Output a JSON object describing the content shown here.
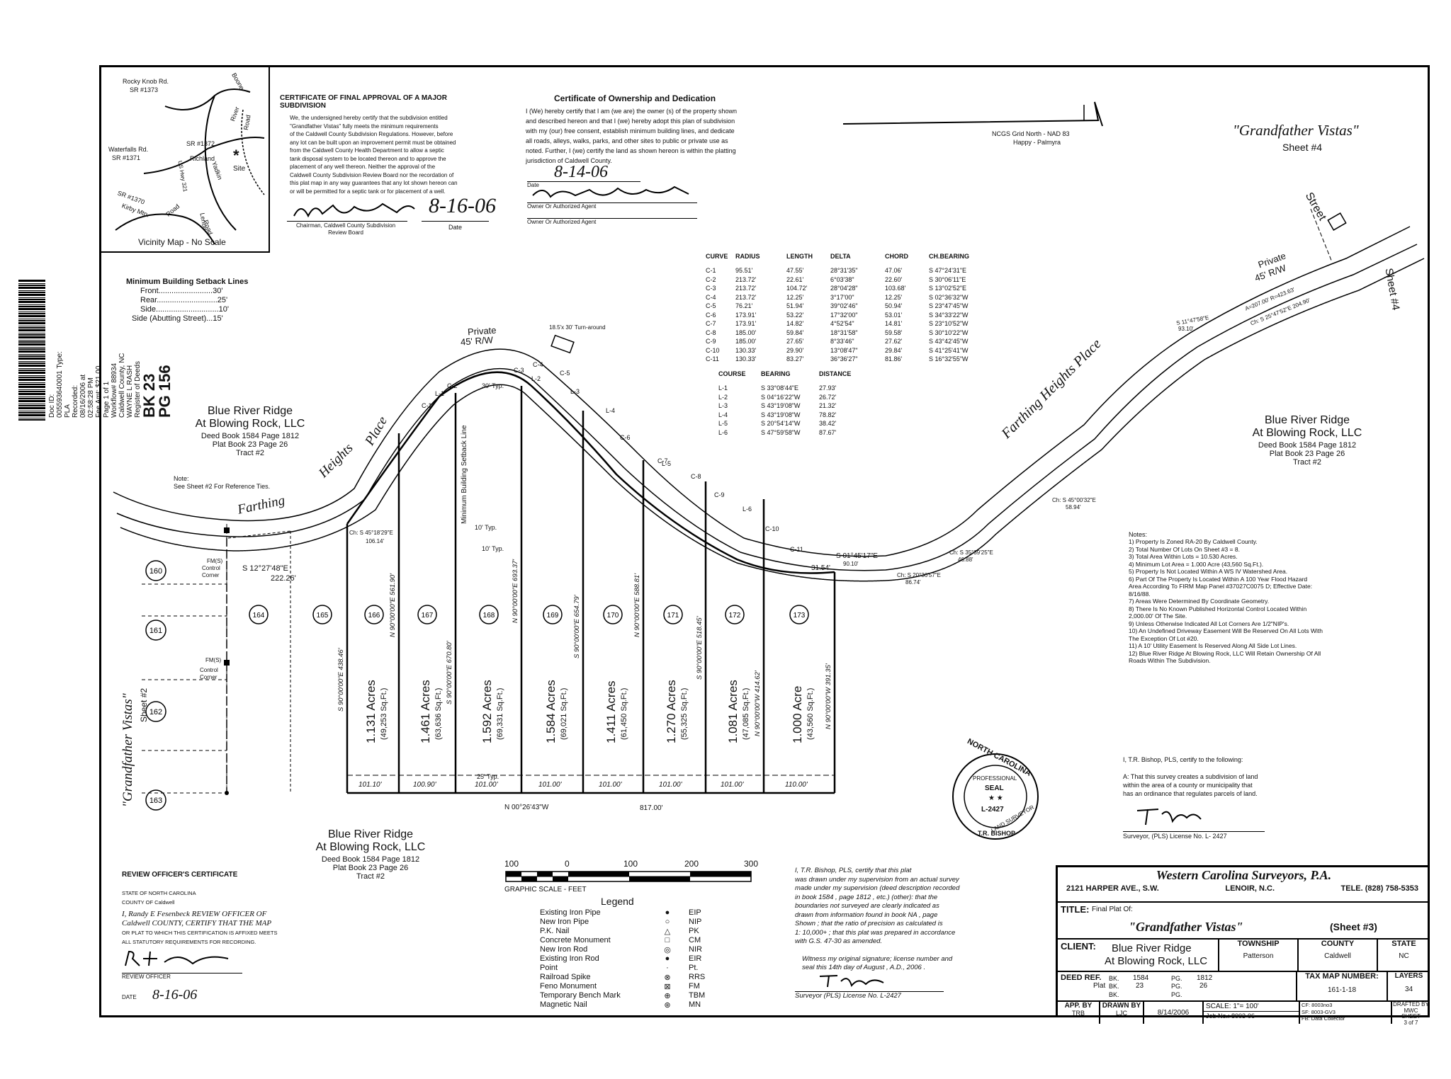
{
  "recording_stamp": {
    "lines": [
      "Doc ID: 005593640001 Type: PLA",
      "Recorded: 08/16/2006 at 02:58:28 PM",
      "Fee Amt: $21.00 Page 1 of 1",
      "Workflow# 88934",
      "Caldwell County, NC",
      "WAYNE L RASH Register of Deeds"
    ],
    "book": "BK 23",
    "page": "PG 156"
  },
  "vicinity_map": {
    "title": "Vicinity Map - No Scale",
    "labels": [
      "Rocky Knob Rd.",
      "SR #1373",
      "Boone",
      "River",
      "Road",
      "SR #1372",
      "Waterfalls Rd.",
      "SR #1371",
      "Richland",
      "Site",
      "US Hwy 321",
      "Yadkin",
      "SR #1370",
      "Kirby Mtn.",
      "Road",
      "Lenoir",
      "Road"
    ]
  },
  "setback": {
    "title": "Minimum Building Setback Lines",
    "rows": [
      "Front.........................30'",
      "Rear............................25'",
      "Side.............................10'",
      "Side (Abutting Street)...15'"
    ]
  },
  "cert_final": {
    "title": "CERTIFICATE OF FINAL APPROVAL OF A MAJOR SUBDIVISION",
    "body": [
      "We, the undersigned hereby certify that the subdivision entitled",
      "\"Grandfather Vistas\" fully meets the minimum requirements",
      "of the Caldwell County Subdivision Regulations. However, before",
      "any lot can be built upon an improvement permit must be obtained",
      "from the Caldwell County Health Department to allow a septic",
      "tank disposal system to be located thereon and to approve the",
      "placement of any well thereon. Neither the approval of the",
      "Caldwell County Subdivision Review Board nor the recordation of",
      "this plat map in any way guarantees that any lot shown hereon can",
      "or will be permitted for a septic tank or for placement of a well."
    ],
    "sig_label": "Chairman, Caldwell County Subdivision Review Board",
    "date": "8-16-06",
    "date_label": "Date"
  },
  "cert_owner": {
    "title": "Certificate of Ownership and Dedication",
    "body": [
      "I (We) hereby certify that I am (we are) the owner (s) of the property shown",
      "and described hereon and that I (we) hereby adopt this plan of subdivision",
      "with my (our) free consent, establish minimum building lines, and dedicate",
      "all roads, alleys, walks, parks, and other sites to public or private use as",
      "noted. Further, I (we) certify the land as shown hereon is within the platting",
      "jurisdiction of Caldwell County."
    ],
    "date": "8-14-06",
    "date_label": "Date",
    "owner_label1": "Owner Or Authorized Agent",
    "owner_label2": "Owner Or Authorized Agent"
  },
  "north": {
    "line1": "NCGS Grid North - NAD 83",
    "line2": "Happy - Palmyra"
  },
  "project": {
    "title": "\"Grandfather Vistas\"",
    "sheet": "Sheet #4"
  },
  "curve_table": {
    "headers": [
      "CURVE",
      "RADIUS",
      "LENGTH",
      "DELTA",
      "CHORD",
      "CH.BEARING"
    ],
    "rows": [
      [
        "C-1",
        "95.51'",
        "47.55'",
        "28°31'35\"",
        "47.06'",
        "S 47°24'31\"E"
      ],
      [
        "C-2",
        "213.72'",
        "22.61'",
        "6°03'38\"",
        "22.60'",
        "S 30°06'11\"E"
      ],
      [
        "C-3",
        "213.72'",
        "104.72'",
        "28°04'28\"",
        "103.68'",
        "S 13°02'52\"E"
      ],
      [
        "C-4",
        "213.72'",
        "12.25'",
        "3°17'00\"",
        "12.25'",
        "S 02°36'32\"W"
      ],
      [
        "C-5",
        "76.21'",
        "51.94'",
        "39°02'46\"",
        "50.94'",
        "S 23°47'45\"W"
      ],
      [
        "C-6",
        "173.91'",
        "53.22'",
        "17°32'00\"",
        "53.01'",
        "S 34°33'22\"W"
      ],
      [
        "C-7",
        "173.91'",
        "14.82'",
        "4°52'54\"",
        "14.81'",
        "S 23°10'52\"W"
      ],
      [
        "C-8",
        "185.00'",
        "59.84'",
        "18°31'58\"",
        "59.58'",
        "S 30°10'22\"W"
      ],
      [
        "C-9",
        "185.00'",
        "27.65'",
        "8°33'46\"",
        "27.62'",
        "S 43°42'45\"W"
      ],
      [
        "C-10",
        "130.33'",
        "29.90'",
        "13°08'47\"",
        "29.84'",
        "S 41°25'41\"W"
      ],
      [
        "C-11",
        "130.33'",
        "83.27'",
        "36°36'27\"",
        "81.86'",
        "S 16°32'55\"W"
      ]
    ]
  },
  "line_table": {
    "headers": [
      "COURSE",
      "BEARING",
      "DISTANCE"
    ],
    "rows": [
      [
        "L-1",
        "S 33°08'44\"E",
        "27.93'"
      ],
      [
        "L-2",
        "S 04°16'22\"W",
        "26.72'"
      ],
      [
        "L-3",
        "S 43°19'08\"W",
        "21.32'"
      ],
      [
        "L-4",
        "S 43°19'08\"W",
        "78.82'"
      ],
      [
        "L-5",
        "S 20°54'14\"W",
        "38.42'"
      ],
      [
        "L-6",
        "S 47°59'58\"W",
        "87.67'"
      ]
    ]
  },
  "owners": {
    "left": {
      "name1": "Blue River Ridge",
      "name2": "At Blowing Rock, LLC",
      "deed": "Deed Book 1584 Page 1812",
      "plat": "Plat Book 23 Page 26",
      "tract": "Tract #2"
    },
    "right": {
      "name1": "Blue River Ridge",
      "name2": "At Blowing Rock, LLC",
      "deed": "Deed Book 1584 Page 1812",
      "plat": "Plat Book 23 Page 26",
      "tract": "Tract #2"
    },
    "bottom": {
      "name1": "Blue River Ridge",
      "name2": "At Blowing Rock, LLC",
      "deed": "Deed Book 1584 Page 1812",
      "plat": "Plat Book 23 Page 26",
      "tract": "Tract #2"
    }
  },
  "map": {
    "road_name1": "Farthing",
    "road_name2": "Heights",
    "road_name3": "Place",
    "road_name_right": "Farthing Heights Place",
    "private1": "Private",
    "private2": "45' R/W",
    "private_r1": "Private",
    "private_r2": "45' R/W",
    "turnaround": "18.5'x 30' Turn-around",
    "street": "Street",
    "setback_line": "Minimum Building Setback Line",
    "typ30": "30' Typ.",
    "typ10a": "10' Typ.",
    "typ10b": "10' Typ.",
    "typ25": "25' Typ.",
    "note1": "Note:",
    "note2": "See Sheet #2 For Reference Ties.",
    "fm1": "FM(S)",
    "fm1b": "Control",
    "fm1c": "Corner",
    "fm2": "FM(S)",
    "fm2b": "Control",
    "fm2c": "Corner",
    "brg_left": "S 12°27'48\"E",
    "dist_left": "222.26'",
    "bottom_brg": "N 00°26'43\"W",
    "bottom_total": "817.00'",
    "ch_left": "Ch: S 45°18'29\"E",
    "ch_left_d": "106.14'",
    "s01": "S 01°45'17\"E",
    "s01d": "90.10'",
    "d3154": "31.54'",
    "ch_s20": "Ch: S 20°36'57\"E",
    "ch_s20d": "86.74'",
    "ch_s35": "Ch: S 35°39'25\"E",
    "ch_s35d": "46.88'",
    "ch_s45": "Ch: S 45°00'32\"E",
    "ch_s45d": "58.94'",
    "a207": "A=207.00' R=423.63'",
    "ch_s25": "Ch: S 25°47'52\"E 204.90'",
    "s11": "S 11°47'58\"E",
    "s11d": "93.10'",
    "sheet4b": "Sheet #4",
    "lots": [
      "164",
      "165",
      "166",
      "167",
      "168",
      "169",
      "170",
      "171",
      "172",
      "173"
    ],
    "adj_lots": [
      "160",
      "161",
      "162",
      "163"
    ],
    "acres": [
      "1.131 Acres",
      "1.461 Acres",
      "1.592 Acres",
      "1.584 Acres",
      "1.411 Acres",
      "1.270 Acres",
      "1.081 Acres",
      "1.000 Acre"
    ],
    "sqft": [
      "(49,253 Sq.Ft.)",
      "(63,636 Sq.Ft.)",
      "(69,331 Sq.Ft.)",
      "(69,021 Sq.Ft.)",
      "(61,450 Sq.Ft.)",
      "(55,325 Sq.Ft.)",
      "(47,085 Sq.Ft.)",
      "(43,560 Sq.Ft.)"
    ],
    "side_lines": [
      "S 90°00'00\"E 438.46'",
      "N 90°00'00\"E 561.90'",
      "S 90°00'00\"E 670.80'",
      "N 90°00'00\"E 693.37'",
      "S 90°00'00\"E 654.79'",
      "N 90°00'00\"E 588.81'",
      "S 90°00'00\"E 518.45'",
      "N 90°00'00\"W 414.62'",
      "N 90°00'00\"W 391.35'"
    ],
    "frontages": [
      "101.10'",
      "100.90'",
      "101.00'",
      "101.00'",
      "101.00'",
      "101.00'",
      "101.00'",
      "110.00'"
    ],
    "curve_labels": [
      "C-1",
      "C-2",
      "C-3",
      "C-4",
      "C-5",
      "C-6",
      "C-7",
      "C-8",
      "C-9",
      "C-10",
      "C-11"
    ],
    "line_labels": [
      "L-1",
      "L-2",
      "L-3",
      "L-4",
      "L-5",
      "L-6"
    ],
    "gv_left": "\"Grandfather Vistas\"",
    "gv_left_sheet": "Sheet #2"
  },
  "notes": {
    "title": "Notes:",
    "items": [
      "1) Property Is Zoned RA-20 By Caldwell County.",
      "2) Total Number Of Lots On Sheet #3 = 8.",
      "3) Total Area Within Lots = 10.530 Acres.",
      "4) Minimum Lot Area = 1.000 Acre (43,560 Sq.Ft.).",
      "5) Property Is Not Located Within A WS IV Watershed Area.",
      "6) Part Of The Property Is Located Within A 100 Year Flood Hazard",
      "Area According To FIRM Map Panel #37027C0075 D; Effective Date:",
      "8/16/88.",
      "7) Areas Were Determined By Coordinate Geometry.",
      "8) There Is No Known Published Horizontal Control Located Within",
      "2,000.00' Of The Site.",
      "9) Unless Otherwise Indicated All Lot Corners Are 1/2\"NIP's.",
      "10) An Undefined Driveway Easement Will Be Reserved On All Lots With",
      "The Exception Of Lot #20.",
      "11) A 10' Utility Easement Is Reserved Along All Side Lot Lines.",
      "12) Blue River Ridge At Blowing Rock, LLC Will Retain Ownership Of All",
      "Roads Within The Subdivision."
    ]
  },
  "surveyor_cert": {
    "intro": "I, T.R. Bishop, PLS, certify to the following:",
    "a": [
      "A: That this survey creates a subdivision of land",
      "within the area of a county or municipality that",
      "has an ordinance that regulates parcels of land."
    ],
    "sig_label": "Surveyor, (PLS) License No. L- 2427"
  },
  "seal": {
    "top": "NORTH CAROLINA",
    "prof": "PROFESSIONAL",
    "seal": "SEAL",
    "lic": "L-2427",
    "bottom": "LAND SURVEYOR",
    "name": "T.R. BISHOP"
  },
  "scale": {
    "ticks": [
      "100",
      "0",
      "100",
      "200",
      "300"
    ],
    "label": "GRAPHIC SCALE - FEET"
  },
  "legend": {
    "title": "Legend",
    "items": [
      {
        "name": "Existing Iron Pipe",
        "code": "EIP",
        "sym": "●"
      },
      {
        "name": "New Iron Pipe",
        "code": "NIP",
        "sym": "○"
      },
      {
        "name": "P.K. Nail",
        "code": "PK",
        "sym": "△"
      },
      {
        "name": "Concrete Monument",
        "code": "CM",
        "sym": "□"
      },
      {
        "name": "New Iron Rod",
        "code": "NIR",
        "sym": "◎"
      },
      {
        "name": "Existing Iron Rod",
        "code": "EIR",
        "sym": "●"
      },
      {
        "name": "Point",
        "code": "Pt.",
        "sym": "·"
      },
      {
        "name": "Railroad Spike",
        "code": "RRS",
        "sym": "⊗"
      },
      {
        "name": "Feno Monument",
        "code": "FM",
        "sym": "⊠"
      },
      {
        "name": "Temporary Bench Mark",
        "code": "TBM",
        "sym": "⊕"
      },
      {
        "name": "Magnetic Nail",
        "code": "MN",
        "sym": "⊛"
      }
    ]
  },
  "review": {
    "title": "REVIEW OFFICER'S CERTIFICATE",
    "lines": [
      "STATE OF NORTH CAROLINA",
      "COUNTY OF Caldwell",
      "I, Randy E Fesenbeck REVIEW OFFICER OF",
      "Caldwell COUNTY, CERTIFY THAT THE MAP",
      "OR PLAT TO WHICH THIS CERTIFICATION IS AFFIXED MEETS",
      "ALL STATUTORY REQUIREMENTS FOR RECORDING."
    ],
    "officer": "REVIEW OFFICER",
    "date_label": "DATE",
    "date": "8-16-06"
  },
  "bishop_stmt": {
    "lines": [
      "I, T.R. Bishop, PLS, certify that this plat",
      "was drawn under my supervision from an actual survey",
      "made under my supervision (deed description recorded",
      "in book 1584 , page 1812 , etc.) (other): that the",
      "boundaries not surveyed are clearly indicated as",
      "drawn from information found in book NA , page",
      "Shown ; that the ratio of precision as calculated is",
      "1: 10,000+ ; that this plat was prepared in accordance",
      "with G.S. 47-30 as amended."
    ],
    "witness": [
      "Witness my original signature; license number and",
      "seal this 14th day of August , A.D., 2006 ."
    ],
    "sig_label": "Surveyor (PLS) License No. L-2427"
  },
  "title_block": {
    "company": "Western Carolina Surveyors, P.A.",
    "address": "2121 HARPER AVE., S.W.",
    "city": "LENOIR, N.C.",
    "tele": "TELE. (828) 758-5353",
    "title_label": "TITLE:",
    "final_plat": "Final Plat Of:",
    "plat_name": "\"Grandfather Vistas\"",
    "sheet": "(Sheet #3)",
    "client_label": "CLIENT:",
    "client1": "Blue River Ridge",
    "client2": "At Blowing Rock, LLC",
    "township_label": "TOWNSHIP",
    "township": "Patterson",
    "county_label": "COUNTY",
    "county": "Caldwell",
    "state_label": "STATE",
    "state": "NC",
    "deed_ref": "DEED REF.",
    "bk": "BK.",
    "deed_bk": "1584",
    "pg": "PG.",
    "deed_pg": "1812",
    "plat": "Plat",
    "plat_bk_l": "BK.",
    "plat_bk": "23",
    "plat_pg_l": "PG.",
    "plat_pg": "26",
    "bk3": "BK.",
    "pg3": "PG.",
    "tax_label": "TAX MAP NUMBER:",
    "tax": "161-1-18",
    "layers_label": "LAYERS",
    "layers": "34",
    "app_label": "APP. BY",
    "app": "TRB",
    "drawn_label": "DRAWN BY",
    "drawn": "LJC",
    "date": "8/14/2006",
    "scale": "SCALE: 1\"= 100'",
    "cf": "CF: 8003no3",
    "sf": "SF: 8003-GV3",
    "job": "Job No.: 8003-06",
    "fb": "FB: Data Collector",
    "drafted_label": "DRAFTED BY",
    "drafted": "MWC",
    "sheet_label": "SHEET",
    "sheet_no": "3 of 7"
  }
}
